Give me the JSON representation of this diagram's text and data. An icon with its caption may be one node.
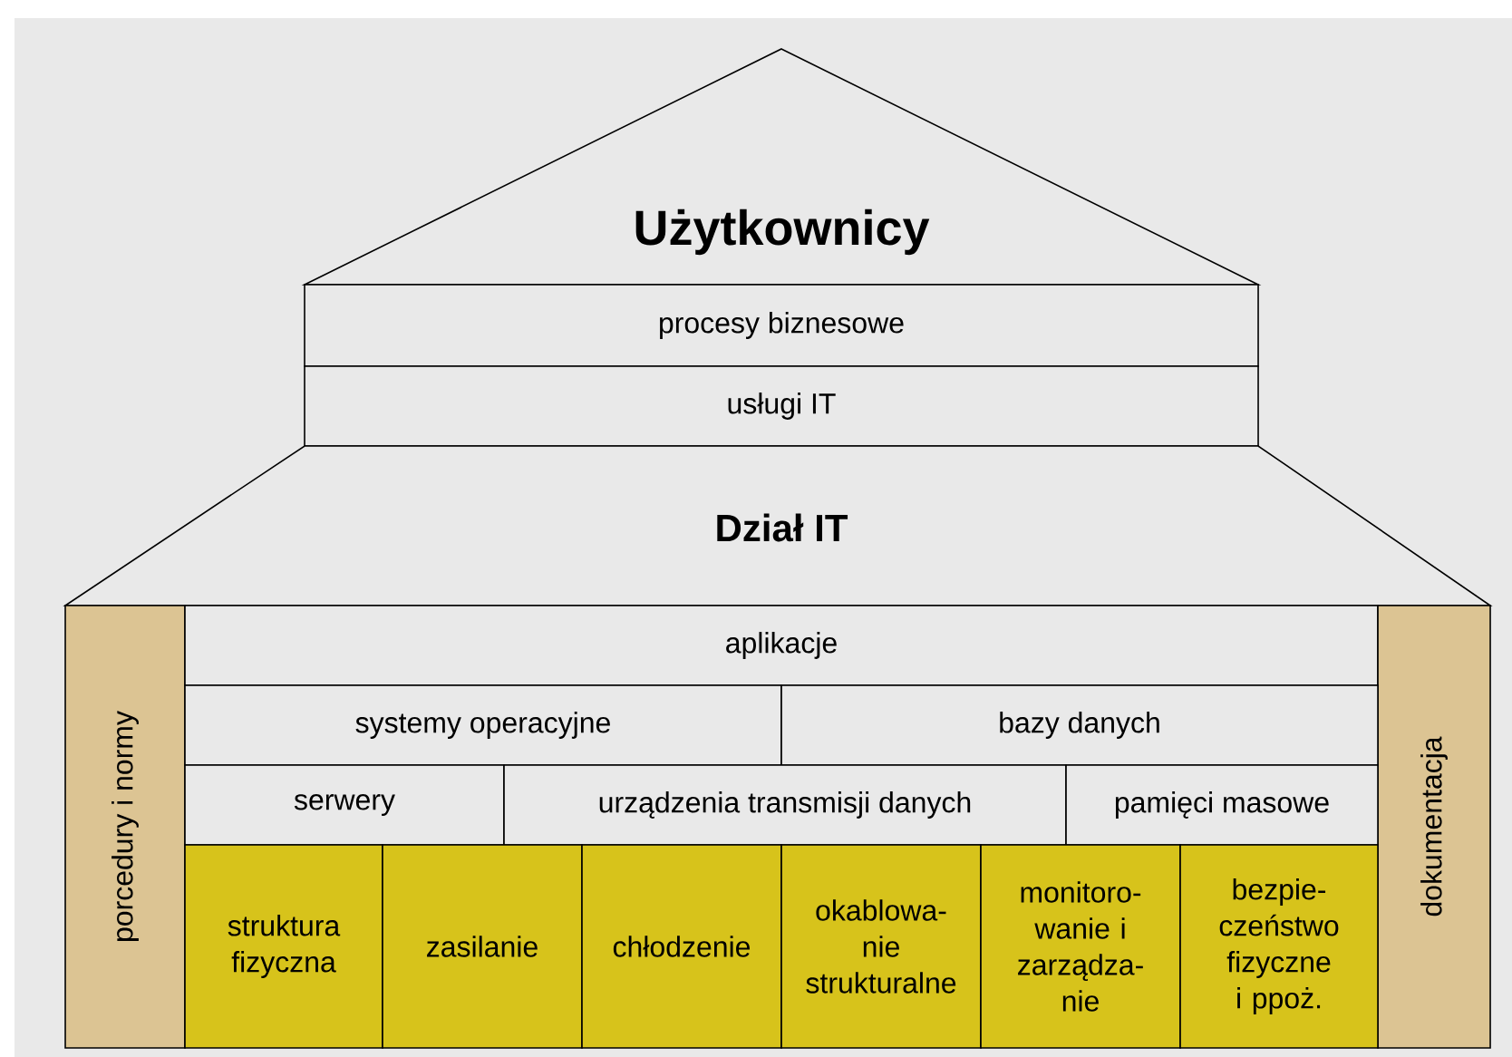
{
  "diagram": {
    "nodes": [
      {
        "text": [
          "Użytkownicy"
        ]
      },
      {
        "text": [
          "procesy biznesowe"
        ]
      },
      {
        "text": [
          "usługi IT"
        ]
      },
      {
        "text": [
          "Dział IT"
        ]
      },
      {
        "text": [
          "porcedury i normy"
        ]
      },
      {
        "text": [
          "aplikacje"
        ]
      },
      {
        "text": [
          "dokumentacja"
        ]
      },
      {
        "text": [
          "systemy operacyjne"
        ]
      },
      {
        "text": [
          "bazy danych"
        ]
      },
      {
        "text": [
          "serwery"
        ]
      },
      {
        "text": [
          "urządzenia transmisji danych"
        ]
      },
      {
        "text": [
          "pamięci masowe"
        ]
      },
      {
        "text": [
          "struktura fizyczna"
        ]
      },
      {
        "text": [
          "zasilanie"
        ]
      },
      {
        "text": [
          "chłodzenie"
        ]
      },
      {
        "text": [
          "okablowa- nie strukturalne"
        ]
      },
      {
        "text": [
          "monitoro- wanie i zarządza- nie"
        ]
      },
      {
        "text": [
          "bezpie- czeństwo fizyczne i ppoż."
        ]
      }
    ]
  }
}
